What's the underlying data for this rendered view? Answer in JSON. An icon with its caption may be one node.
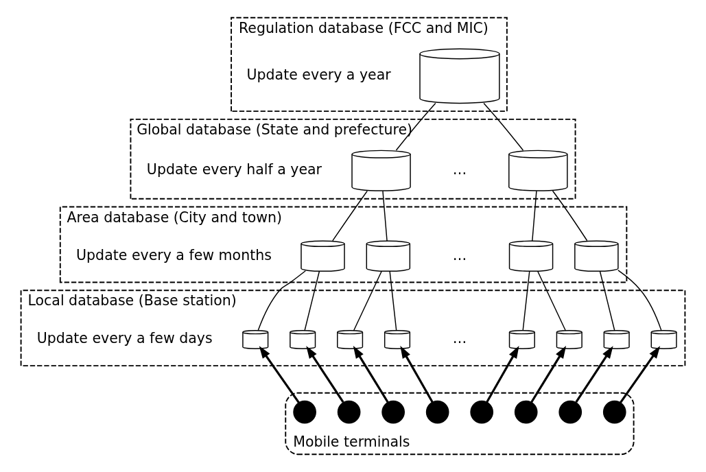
{
  "diagram": {
    "nodes": [
      {
        "text": [
          "Regulation database (FCC and MIC)"
        ],
        "beside": [
          "Update every a year"
        ]
      },
      {
        "text": [],
        "shape": "cylinder",
        "in": 0
      },
      {
        "text": [
          "Global database (State and prefecture)"
        ],
        "beside": [
          "Update every half a year"
        ]
      },
      {
        "text": [],
        "shape": "cylinder",
        "in": 2
      },
      {
        "text": [],
        "shape": "cylinder",
        "in": 2
      },
      {
        "text": [
          "Area database (City and town)"
        ],
        "beside": [
          "Update every a few months"
        ]
      },
      {
        "text": [],
        "shape": "cylinder",
        "in": 5
      },
      {
        "text": [],
        "shape": "cylinder",
        "in": 5
      },
      {
        "text": [],
        "shape": "cylinder",
        "in": 5
      },
      {
        "text": [],
        "shape": "cylinder",
        "in": 5
      },
      {
        "text": [
          "Local database (Base station)"
        ],
        "beside": [
          "Update every a few days"
        ]
      },
      {
        "text": [],
        "shape": "cylinder",
        "in": 10
      },
      {
        "text": [],
        "shape": "cylinder",
        "in": 10
      },
      {
        "text": [],
        "shape": "cylinder",
        "in": 10
      },
      {
        "text": [],
        "shape": "cylinder",
        "in": 10
      },
      {
        "text": [],
        "shape": "cylinder",
        "in": 10
      },
      {
        "text": [],
        "shape": "cylinder",
        "in": 10
      },
      {
        "text": [],
        "shape": "cylinder",
        "in": 10
      },
      {
        "text": [],
        "shape": "cylinder",
        "in": 10
      },
      {
        "text": [
          "Mobile terminals"
        ]
      },
      {
        "text": [],
        "shape": "circle",
        "in": 19
      },
      {
        "text": [],
        "shape": "circle",
        "in": 19
      },
      {
        "text": [],
        "shape": "circle",
        "in": 19
      },
      {
        "text": [],
        "shape": "circle",
        "in": 19
      },
      {
        "text": [],
        "shape": "circle",
        "in": 19
      },
      {
        "text": [],
        "shape": "circle",
        "in": 19
      },
      {
        "text": [],
        "shape": "circle",
        "in": 19
      },
      {
        "text": [],
        "shape": "circle",
        "in": 19
      }
    ],
    "edges": [
      {
        "from": 1,
        "to": 3,
        "arrow": "none"
      },
      {
        "from": 1,
        "to": 4,
        "arrow": "none"
      },
      {
        "from": 3,
        "to": 6,
        "arrow": "none"
      },
      {
        "from": 3,
        "to": 7,
        "arrow": "none"
      },
      {
        "from": 4,
        "to": 8,
        "arrow": "none"
      },
      {
        "from": 4,
        "to": 9,
        "arrow": "none"
      },
      {
        "from": 6,
        "to": 11,
        "arrow": "none"
      },
      {
        "from": 6,
        "to": 12,
        "arrow": "none"
      },
      {
        "from": 7,
        "to": 13,
        "arrow": "none"
      },
      {
        "from": 7,
        "to": 14,
        "arrow": "none"
      },
      {
        "from": 8,
        "to": 15,
        "arrow": "none"
      },
      {
        "from": 8,
        "to": 16,
        "arrow": "none"
      },
      {
        "from": 9,
        "to": 17,
        "arrow": "none"
      },
      {
        "from": 9,
        "to": 18,
        "arrow": "none"
      },
      {
        "from": 20,
        "to": 11,
        "arrow": "to",
        "style": "thick"
      },
      {
        "from": 21,
        "to": 12,
        "arrow": "to",
        "style": "thick"
      },
      {
        "from": 22,
        "to": 13,
        "arrow": "to",
        "style": "thick"
      },
      {
        "from": 23,
        "to": 14,
        "arrow": "to",
        "style": "thick"
      },
      {
        "from": 24,
        "to": 15,
        "arrow": "to",
        "style": "thick"
      },
      {
        "from": 25,
        "to": 16,
        "arrow": "to",
        "style": "thick"
      },
      {
        "from": 26,
        "to": 17,
        "arrow": "to",
        "style": "thick"
      },
      {
        "from": 27,
        "to": 18,
        "arrow": "to",
        "style": "thick"
      }
    ],
    "labels": [
      "…",
      "…",
      "…"
    ]
  }
}
